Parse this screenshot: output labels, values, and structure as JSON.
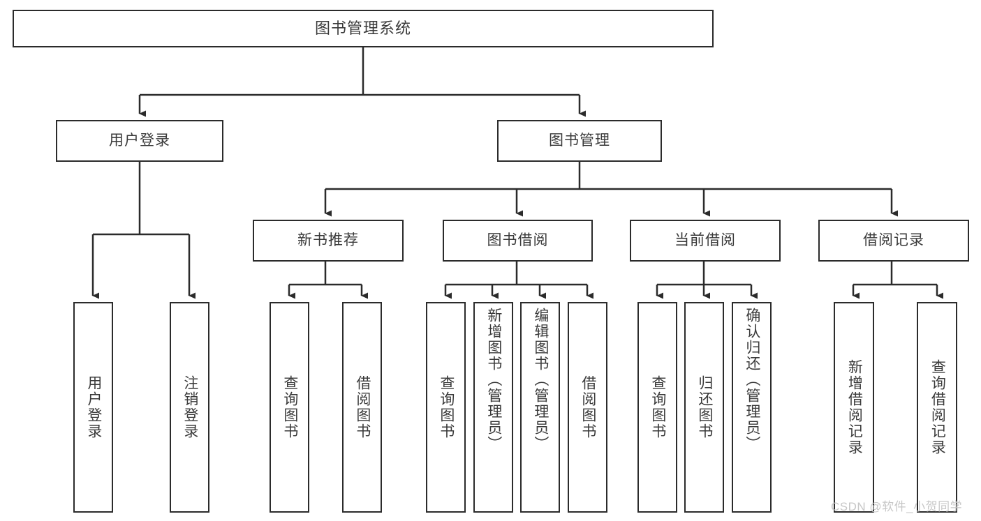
{
  "diagram": {
    "title": "图书管理系统",
    "type": "hierarchy-tree",
    "root": {
      "label": "图书管理系统"
    },
    "level2": [
      {
        "label": "用户登录"
      },
      {
        "label": "图书管理"
      }
    ],
    "level3": [
      {
        "label": "新书推荐"
      },
      {
        "label": "图书借阅"
      },
      {
        "label": "当前借阅"
      },
      {
        "label": "借阅记录"
      }
    ],
    "leaves": {
      "user_login": [
        {
          "label": "用户登录"
        },
        {
          "label": "注销登录"
        }
      ],
      "new_book_recommend": [
        {
          "label": "查询图书"
        },
        {
          "label": "借阅图书"
        }
      ],
      "book_borrow": [
        {
          "label": "查询图书"
        },
        {
          "label": "新增图书（管理员）"
        },
        {
          "label": "编辑图书（管理员）"
        },
        {
          "label": "借阅图书"
        }
      ],
      "current_borrow": [
        {
          "label": "查询图书"
        },
        {
          "label": "归还图书"
        },
        {
          "label": "确认归还（管理员）"
        }
      ],
      "borrow_record": [
        {
          "label": "新增借阅记录"
        },
        {
          "label": "查询借阅记录"
        }
      ]
    }
  },
  "watermark": {
    "text": "CSDN @软件_小贺同学"
  },
  "colors": {
    "stroke": "#2b2b2b",
    "text": "#3a3a3a",
    "background": "#ffffff",
    "watermark": "#c7c7c7"
  }
}
